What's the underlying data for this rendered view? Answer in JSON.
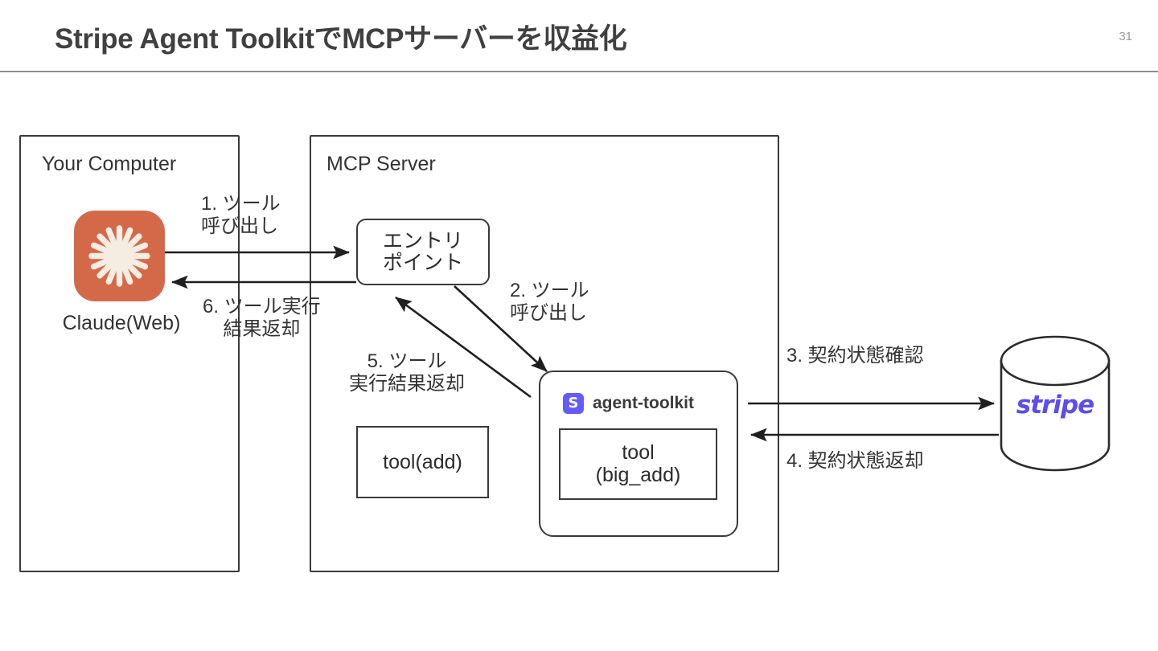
{
  "header": {
    "title": "Stripe Agent ToolkitでMCPサーバーを収益化",
    "page_number": "31"
  },
  "diagram": {
    "containers": [
      {
        "id": "your-computer",
        "label": "Your Computer"
      },
      {
        "id": "mcp-server",
        "label": "MCP Server"
      }
    ],
    "nodes": {
      "claude": {
        "caption": "Claude(Web)",
        "icon": "claude-logo-icon",
        "color": "#d4694a"
      },
      "entry_point": {
        "line1": "エントリ",
        "line2": "ポイント"
      },
      "tool_add": {
        "label": "tool(add)"
      },
      "agent_toolkit": {
        "icon_letter": "S",
        "icon_color": "#635bff",
        "label": "agent-toolkit",
        "tool_line1": "tool",
        "tool_line2": "(big_add)"
      },
      "stripe_db": {
        "label": "stripe",
        "color": "#5b4dee"
      }
    },
    "edges": [
      {
        "id": "1",
        "line1": "1. ツール",
        "line2": "呼び出し",
        "direction": "claude-to-entry-point"
      },
      {
        "id": "2",
        "line1": "2. ツール",
        "line2": "呼び出し",
        "direction": "entry-point-to-agent-toolkit"
      },
      {
        "id": "3",
        "line1": "3. 契約状態確認",
        "line2": "",
        "direction": "agent-toolkit-to-stripe"
      },
      {
        "id": "4",
        "line1": "4. 契約状態返却",
        "line2": "",
        "direction": "stripe-to-agent-toolkit"
      },
      {
        "id": "5",
        "line1": "5. ツール",
        "line2": "実行結果返却",
        "direction": "agent-toolkit-to-entry-point"
      },
      {
        "id": "6",
        "line1": "6. ツール実行",
        "line2": "結果返却",
        "direction": "entry-point-to-claude"
      }
    ]
  }
}
